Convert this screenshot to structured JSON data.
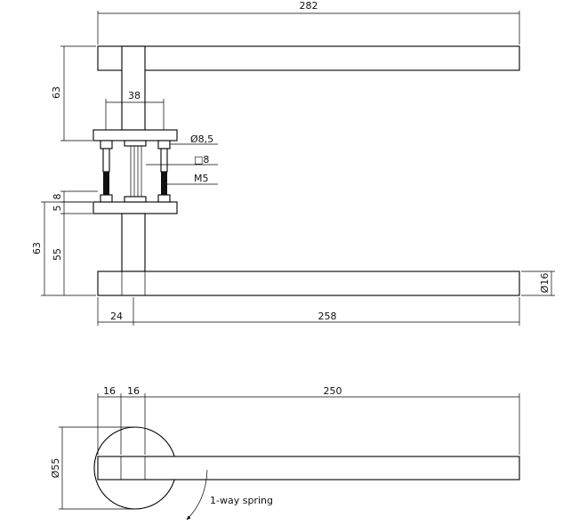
{
  "dimensions": {
    "top_length": "282",
    "upper_height": "63",
    "rose_bolt_spacing": "38",
    "hole_diameter": "Ø8,5",
    "spindle_square": "□8",
    "screw_thread": "M5",
    "rose_thickness_a": "8",
    "rose_thickness_b": "5",
    "lower_height_outer": "63",
    "lower_height_inner": "55",
    "bar_diameter": "Ø16",
    "neck_offset": "24",
    "bar_length": "258",
    "plan_neck_a": "16",
    "plan_neck_b": "16",
    "plan_bar_length": "250",
    "rose_diameter": "Ø55"
  },
  "annotations": {
    "spring_note": "1-way spring"
  }
}
